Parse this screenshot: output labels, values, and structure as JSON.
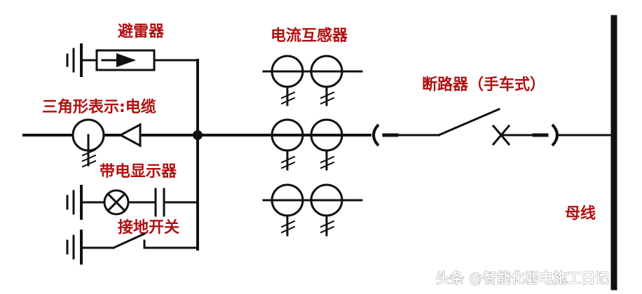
{
  "labels": {
    "arrester": "避雷器",
    "current_transformer": "电流互感器",
    "breaker": "断路器（手车式）",
    "cable": "三角形表示:电缆",
    "live_indicator": "带电显示器",
    "earthing_switch": "接地开关",
    "busbar": "母线"
  },
  "watermark": "头条 @智能化弱电施工日记"
}
